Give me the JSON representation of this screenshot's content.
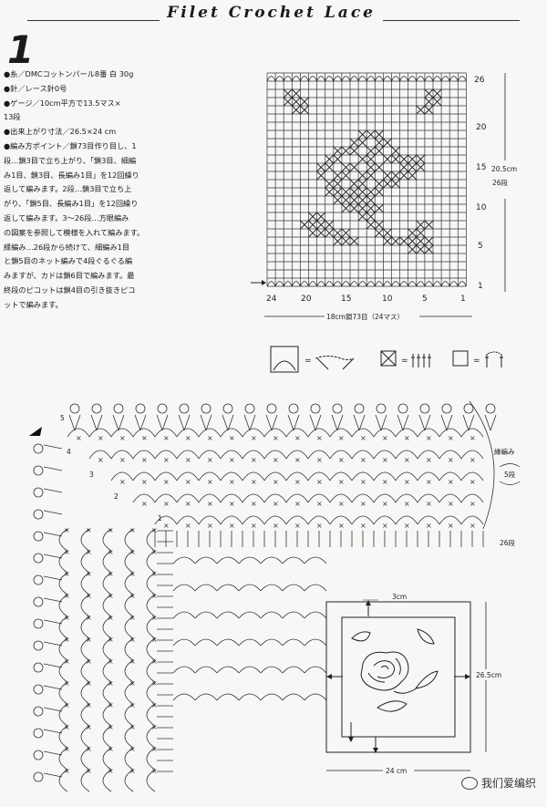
{
  "header": {
    "title": "Filet Crochet Lace",
    "pattern_number": "1"
  },
  "instructions": [
    "●糸／DMCコットンパール8番 白 30g",
    "●針／レース針0号",
    "●ゲージ／10cm平方で13.5マス×",
    "13段",
    "●出来上がり寸法／26.5×24 cm",
    "●編み方ポイント／鎖73目作り目し、1",
    "段…鎖3目で立ち上がり、「鎖3目、細編",
    "み1目、鎖3目、長編み1目」を12回繰り",
    "返して編みます。2段…鎖3目で立ち上",
    "がり、「鎖5目、長編み1目」を12回繰り",
    "返して編みます。3〜26段…方眼編み",
    "の図案を参照して模様を入れて編みます。",
    "縁編み…26段から続けて、細編み1目",
    "と鎖5目のネット編みで4段ぐるぐる編",
    "みますが、カドは鎖6目で編みます。最",
    "終段のピコットは鎖4目の引き抜きピコ",
    "ットで編みます。"
  ],
  "grid_chart": {
    "row_labels": [
      "26",
      "20",
      "15",
      "10",
      "5",
      "1"
    ],
    "col_labels": [
      "24",
      "20",
      "15",
      "10",
      "5",
      "1"
    ],
    "height_label": "20.5cm",
    "rows_label": "26段",
    "width_label": "18cm鎖73目（24マス）"
  },
  "legend": {
    "equals": "="
  },
  "edging_chart": {
    "border_label": "縁編み",
    "border_rows": "5段",
    "row26_label": "26段",
    "round_numbers": [
      "1",
      "2",
      "3",
      "4",
      "5"
    ]
  },
  "layout_diagram": {
    "margin_label": "3cm",
    "height_label": "26.5cm",
    "width_label": "24 cm"
  },
  "watermark": {
    "text": "我们爱编织"
  }
}
